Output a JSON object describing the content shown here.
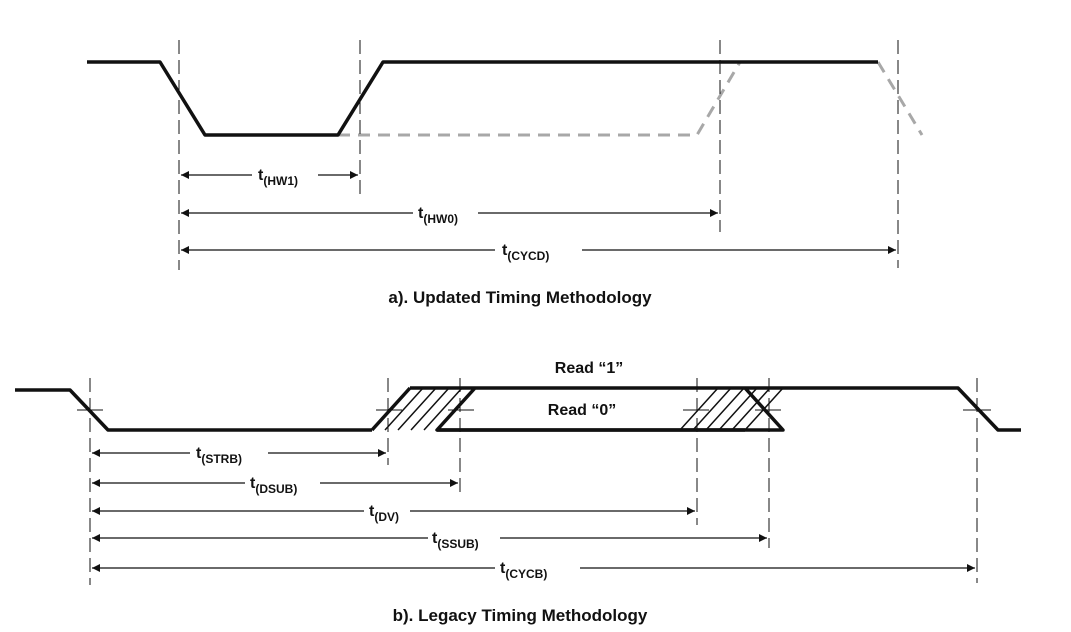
{
  "diagram_a": {
    "caption": "a). Updated Timing Methodology",
    "params": [
      {
        "base": "t",
        "sub": "(HW1)"
      },
      {
        "base": "t",
        "sub": "(HW0)"
      },
      {
        "base": "t",
        "sub": "(CYCD)"
      }
    ]
  },
  "diagram_b": {
    "caption": "b). Legacy Timing Methodology",
    "read_one_label": "Read “1”",
    "read_zero_label": "Read “0”",
    "params": [
      {
        "base": "t",
        "sub": "(STRB)"
      },
      {
        "base": "t",
        "sub": "(DSUB)"
      },
      {
        "base": "t",
        "sub": "(DV)"
      },
      {
        "base": "t",
        "sub": "(SSUB)"
      },
      {
        "base": "t",
        "sub": "(CYCB)"
      }
    ]
  },
  "colors": {
    "signal": "#111111",
    "alternate_path": "#a8a8a8"
  }
}
